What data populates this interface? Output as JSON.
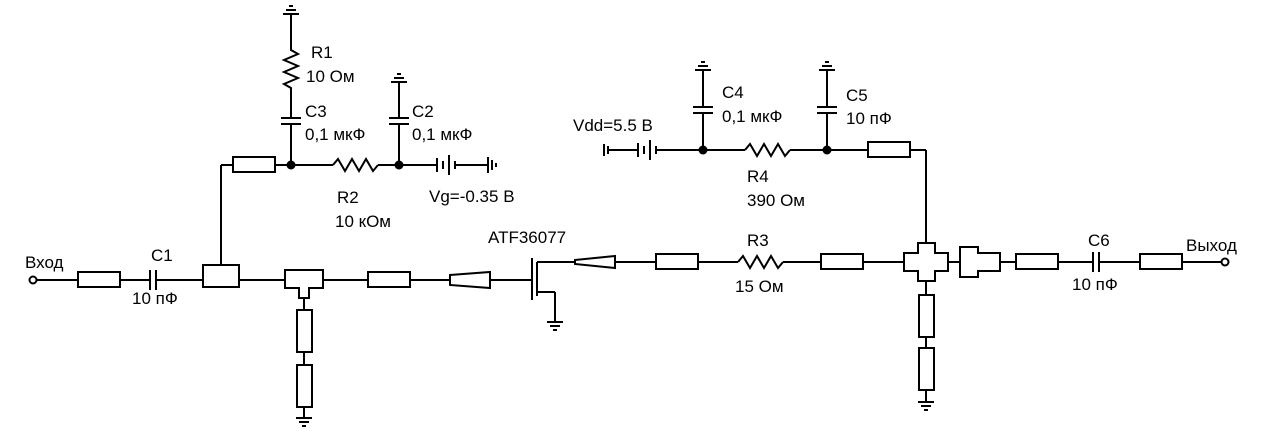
{
  "ports": {
    "input": "Вход",
    "output": "Выход"
  },
  "transistor": "ATF36077",
  "sources": {
    "vg": "Vg=-0.35 В",
    "vdd": "Vdd=5.5 В"
  },
  "components": {
    "R1": {
      "name": "R1",
      "value": "10 Ом"
    },
    "R2": {
      "name": "R2",
      "value": "10 кОм"
    },
    "R3": {
      "name": "R3",
      "value": "15 Ом"
    },
    "R4": {
      "name": "R4",
      "value": "390 Ом"
    },
    "C1": {
      "name": "C1",
      "value": "10 пФ"
    },
    "C2": {
      "name": "C2",
      "value": "0,1 мкФ"
    },
    "C3": {
      "name": "C3",
      "value": "0,1 мкФ"
    },
    "C4": {
      "name": "C4",
      "value": "0,1 мкФ"
    },
    "C5": {
      "name": "C5",
      "value": "10 пФ"
    },
    "C6": {
      "name": "C6",
      "value": "10 пФ"
    }
  }
}
